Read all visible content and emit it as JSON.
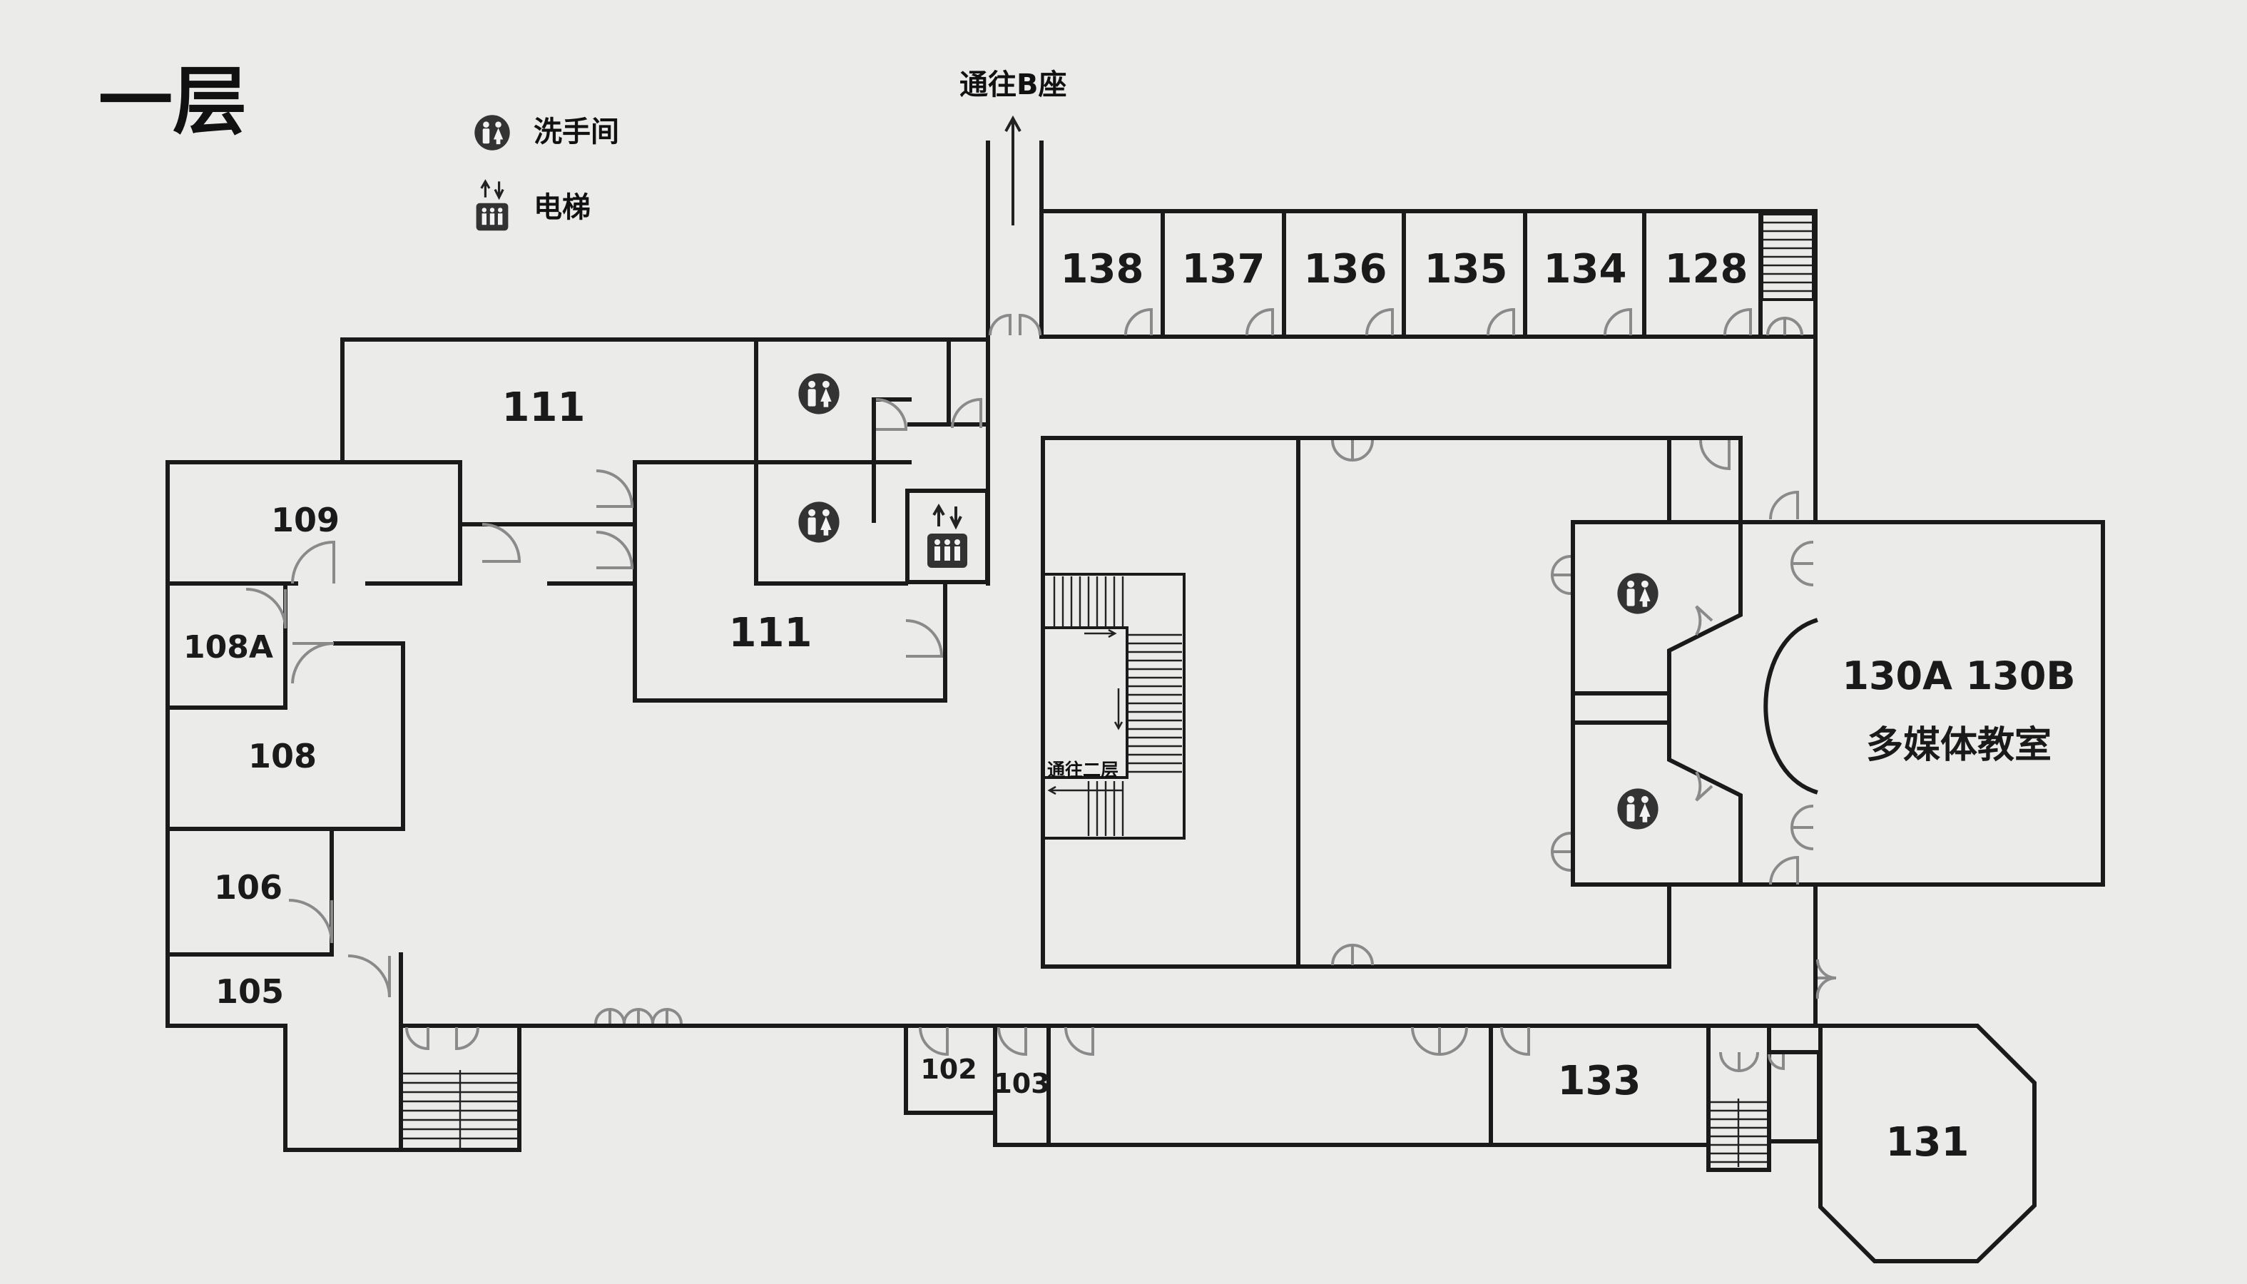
{
  "floor": {
    "title": "一层"
  },
  "legend": {
    "restroom": {
      "icon": "restroom-icon",
      "label": "洗手间"
    },
    "elevator": {
      "icon": "elevator-icon",
      "label": "电梯"
    }
  },
  "directions": {
    "to_building_b": "通往B座",
    "to_second_floor": "通往二层"
  },
  "rooms": {
    "r138": "138",
    "r137": "137",
    "r136": "136",
    "r135": "135",
    "r134": "134",
    "r128": "128",
    "r111_top": "111",
    "r111_bottom": "111",
    "r109": "109",
    "r108a": "108A",
    "r108": "108",
    "r106": "106",
    "r105": "105",
    "r102": "102",
    "r103": "103",
    "r133": "133",
    "r131": "131",
    "r130": "130A 130B",
    "r130_name": "多媒体教室"
  },
  "colors": {
    "background": "#ebebea",
    "wall": "#1a1a1a",
    "door": "#8a8a8a"
  }
}
